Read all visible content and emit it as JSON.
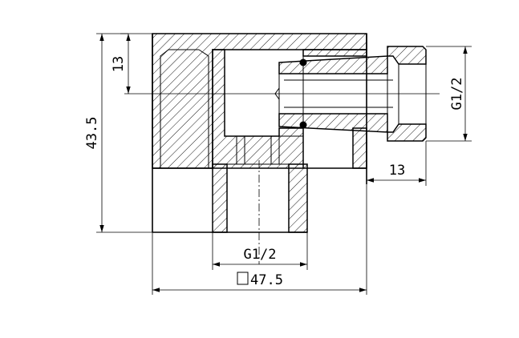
{
  "dimensions": {
    "top_height": "13",
    "total_height": "43.5",
    "side_thread": "G1/2",
    "bottom_thread": "G1/2",
    "side_offset": "13",
    "body_width": "47.5",
    "square_symbol": "□"
  }
}
